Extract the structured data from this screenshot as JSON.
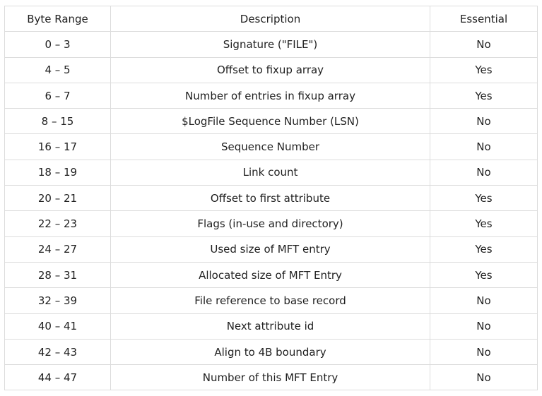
{
  "table": {
    "headers": [
      "Byte Range",
      "Description",
      "Essential"
    ],
    "rows": [
      [
        "0 – 3",
        "Signature (\"FILE\")",
        "No"
      ],
      [
        "4 – 5",
        "Offset to fixup array",
        "Yes"
      ],
      [
        "6 – 7",
        "Number of entries in fixup array",
        "Yes"
      ],
      [
        "8 – 15",
        "$LogFile Sequence Number (LSN)",
        "No"
      ],
      [
        "16 – 17",
        "Sequence Number",
        "No"
      ],
      [
        "18 – 19",
        "Link count",
        "No"
      ],
      [
        "20 – 21",
        "Offset to first attribute",
        "Yes"
      ],
      [
        "22 – 23",
        "Flags (in-use and directory)",
        "Yes"
      ],
      [
        "24 – 27",
        "Used size of MFT entry",
        "Yes"
      ],
      [
        "28 – 31",
        "Allocated size of MFT Entry",
        "Yes"
      ],
      [
        "32 – 39",
        "File reference to base record",
        "No"
      ],
      [
        "40 – 41",
        "Next attribute id",
        "No"
      ],
      [
        "42 – 43",
        "Align to 4B boundary",
        "No"
      ],
      [
        "44 – 47",
        "Number of this MFT Entry",
        "No"
      ]
    ]
  }
}
